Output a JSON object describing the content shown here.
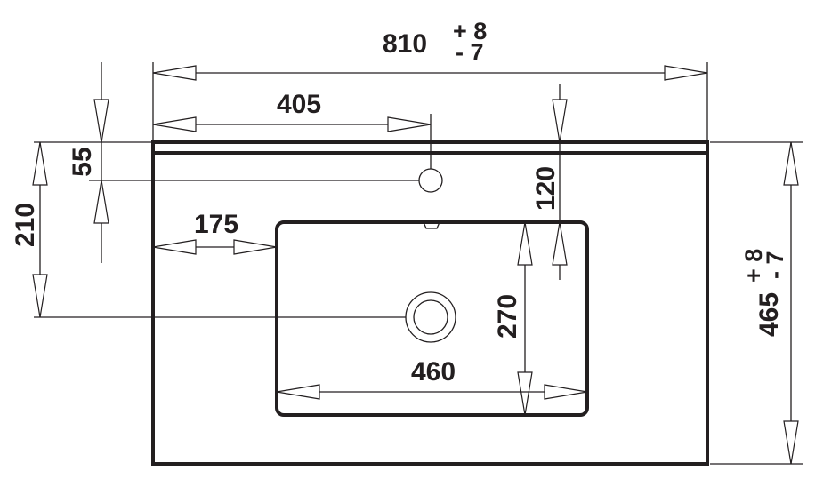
{
  "drawing": {
    "overall_width": {
      "value": "810",
      "tol_plus": "+ 8",
      "tol_minus": "- 7"
    },
    "overall_depth": {
      "value": "465",
      "tol_plus": "+ 8",
      "tol_minus": "- 7"
    },
    "tap_hole_from_left": "405",
    "tap_hole_from_back": "55",
    "waste_from_back": "210",
    "bowl_from_left": "175",
    "bowl_from_back": "120",
    "bowl_depth": "270",
    "bowl_width": "460"
  }
}
